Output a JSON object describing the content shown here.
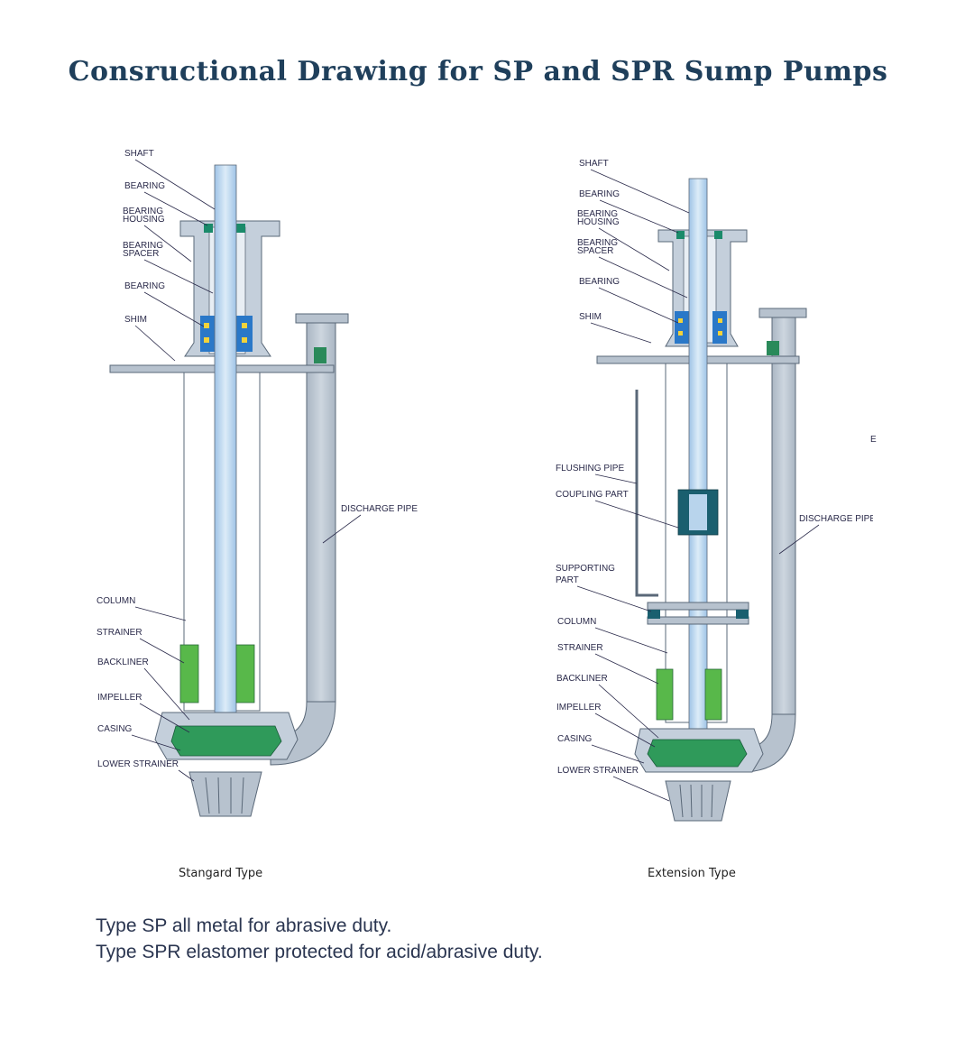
{
  "title": "Consructional Drawing for SP and SPR Sump Pumps",
  "left_diagram": {
    "caption": "Stangard  Type",
    "labels": {
      "shaft": "SHAFT",
      "bearing_top": "BEARING",
      "bearing_housing_1": "BEARING",
      "bearing_housing_2": "HOUSING",
      "bearing_spacer_1": "BEARING",
      "bearing_spacer_2": "SPACER",
      "bearing_bottom": "BEARING",
      "shim": "SHIM",
      "discharge_pipe": "DISCHARGE PIPE",
      "column": "COLUMN",
      "strainer": "STRAINER",
      "backliner": "BACKLINER",
      "impeller": "IMPELLER",
      "casing": "CASING",
      "lower_strainer": "LOWER STRAINER"
    }
  },
  "right_diagram": {
    "caption": "Extension  Type",
    "labels": {
      "shaft": "SHAFT",
      "bearing_top": "BEARING",
      "bearing_housing_1": "BEARING",
      "bearing_housing_2": "HOUSING",
      "bearing_spacer_1": "BEARING",
      "bearing_spacer_2": "SPACER",
      "bearing_bottom": "BEARING",
      "shim": "SHIM",
      "flushing_pipe": "FLUSHING PIPE",
      "coupling_part": "COUPLING PART",
      "supporting_part_1": "SUPPORTING",
      "supporting_part_2": "PART",
      "column": "COLUMN",
      "strainer": "STRAINER",
      "backliner": "BACKLINER",
      "impeller": "IMPELLER",
      "casing": "CASING",
      "lower_strainer": "LOWER STRAINER",
      "discharge_pipe": "DISCHARGE PIPE",
      "edge_fragment": "E"
    }
  },
  "footer": {
    "line1": "Type SP all metal for abrasive duty.",
    "line2": "Type SPR elastomer protected for acid/abrasive duty."
  },
  "colors": {
    "metal": "#c4cfdb",
    "shaft": "#b8d4ec",
    "green_parts": "#2f9a5a",
    "bright_green": "#58b84a",
    "bearing_blue": "#2a78c8",
    "teal": "#1a8a6a",
    "title": "#1f3f5b"
  }
}
